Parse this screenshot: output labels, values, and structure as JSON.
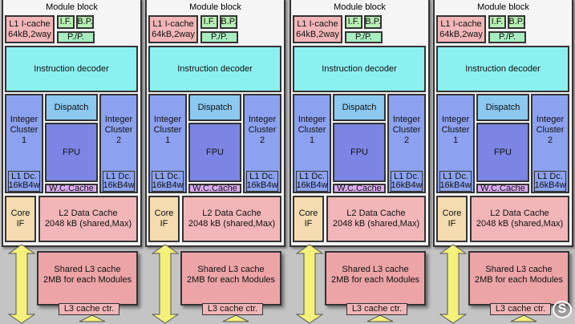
{
  "module": {
    "title": "Module block",
    "l1_icache": "L1 I-cache\n64kB,2way",
    "if": "I.F.",
    "bp": "B.P.",
    "pp": "P./P.",
    "decoder": "Instruction decoder",
    "int_cluster_1": "Integer\nCluster\n1",
    "int_cluster_2": "Integer\nCluster\n2",
    "dispatch": "Dispatch",
    "fpu": "FPU",
    "wc_cache": "W.C.Cache",
    "l1_dcache": "L1 Dc.\n16kB4w",
    "core_if": "Core\nIF",
    "l2": "L2 Data Cache\n2048 kB (shared,Max)",
    "l3": "Shared L3 cache\n2MB for each Modules",
    "l3_ctr": "L3 cache ctr."
  },
  "module_count": 4,
  "colors": {
    "pink": "#f2b6b8",
    "green": "#b8f0b4",
    "mint": "#a8ecc0",
    "cyan": "#8cf0f0",
    "cluster": "#8ca2f0",
    "dispatch": "#8cc8f0",
    "fpu": "#7c84e4",
    "wc": "#dcaaf2",
    "coreif": "#f4dcb0",
    "l3": "#eca4a6",
    "arrow": "#f4f07a"
  }
}
